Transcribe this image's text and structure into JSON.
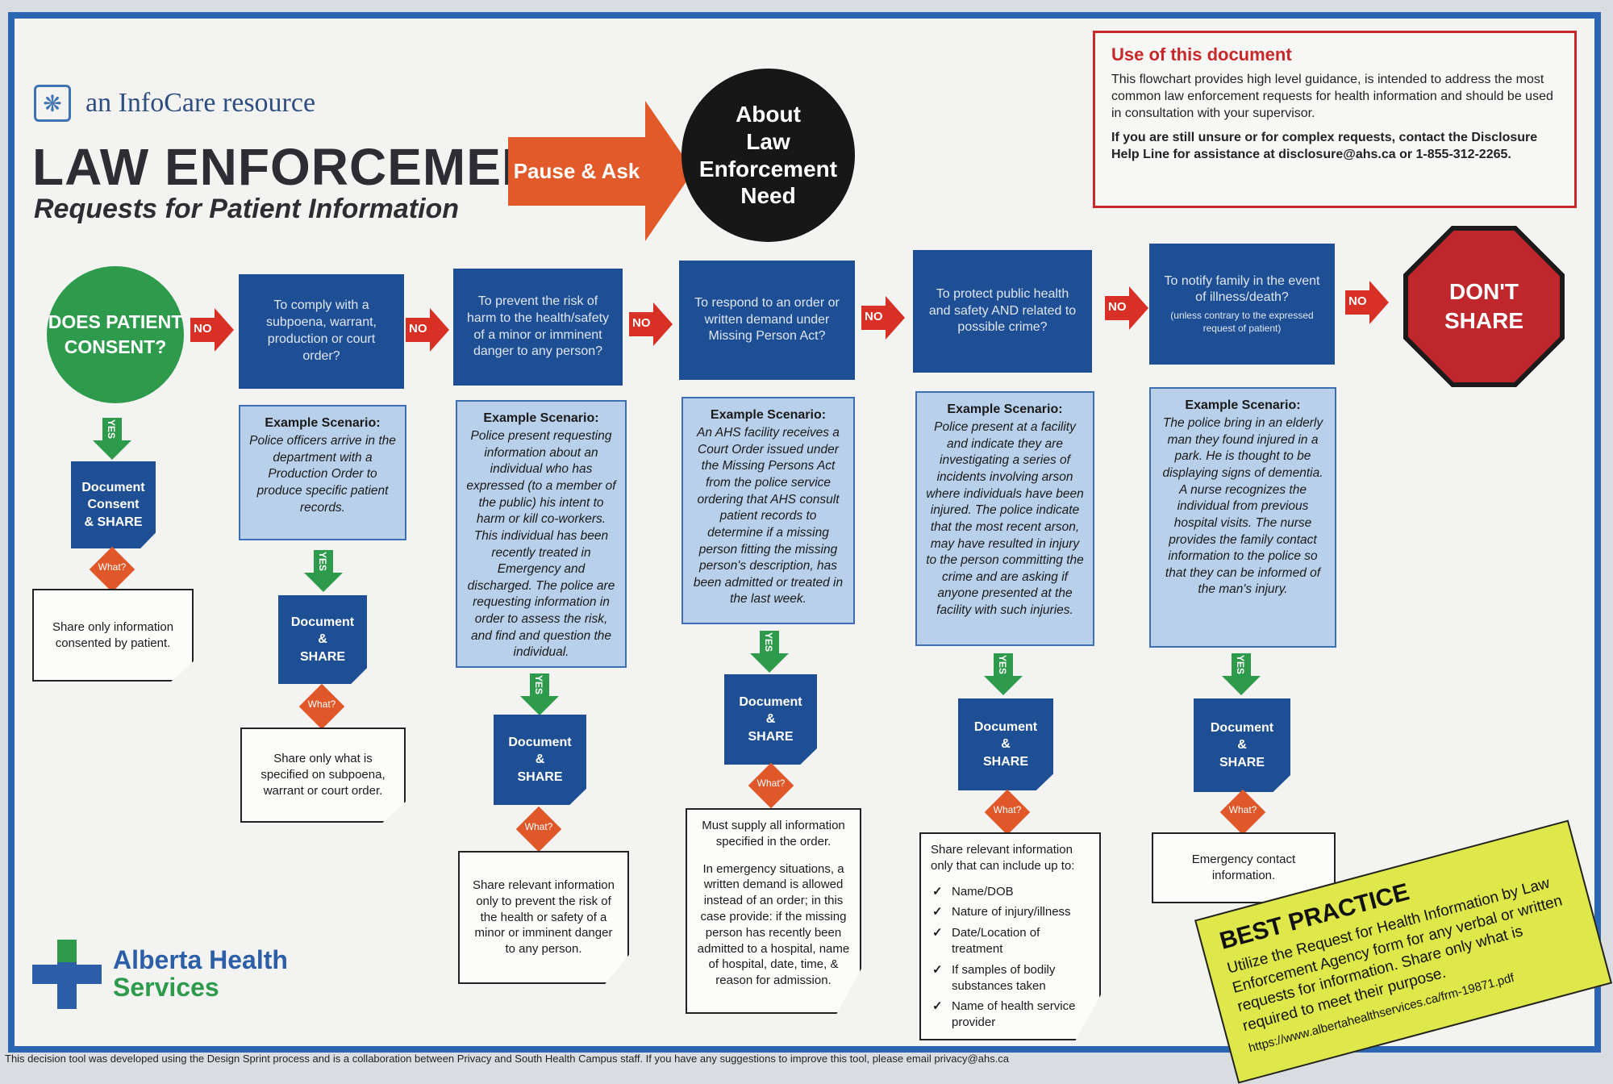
{
  "brand": {
    "text": "an InfoCare resource",
    "icon": "medical-star-icon"
  },
  "title": {
    "main": "LAW ENFORCEMENT",
    "sub": "Requests for Patient Information"
  },
  "pause_arrow": "Pause & Ask",
  "about": {
    "lines": [
      "About",
      "Law",
      "Enforcement",
      "Need"
    ]
  },
  "use_box": {
    "title": "Use of this document",
    "text": "This flowchart provides high level guidance, is intended to address the most common law enforcement requests for health information and should be used in consultation with your supervisor.",
    "bold": "If you are still unsure or for complex requests, contact the Disclosure Help Line for assistance at disclosure@ahs.ca or 1-855-312-2265."
  },
  "consent": "DOES PATIENT CONSENT?",
  "no_label": "NO",
  "yes_label": "YES",
  "what_label": "What?",
  "dont_share": "DON'T SHARE",
  "questions": [
    "To comply with a subpoena, warrant, production or court order?",
    "To prevent the risk of harm to the health/safety of a minor or imminent danger to any person?",
    "To respond to an order or written demand under Missing Person Act?",
    "To protect public health and safety AND related to possible crime?",
    "To notify family in the event of illness/death?",
    "(unless contrary to the expressed request of patient)"
  ],
  "scenario_title": "Example Scenario:",
  "scenarios": [
    "Police officers arrive in the department with a Production Order to produce specific patient records.",
    "Police present requesting information about an individual who has expressed (to a member of the public) his intent to harm or kill co-workers. This individual has been recently treated in Emergency and discharged. The police are requesting information in order to assess the risk, and find and question the individual.",
    "An AHS facility receives a Court Order issued under the Missing Persons Act from the police service ordering that AHS consult patient records to determine if a missing person fitting the missing person's description, has been admitted or treated in the last week.",
    "Police present at a facility and indicate they are investigating a series of incidents involving arson where individuals have been injured. The police indicate that the most recent arson, may have resulted in injury to the person committing the crime and are asking if anyone presented at the facility with such injuries.",
    "The police bring in an elderly man they found injured in a park. He is thought to be displaying signs of dementia. A nurse recognizes the individual from previous hospital visits. The nurse provides the family contact information to the police so that they can be informed of the man's injury."
  ],
  "doc_consent": [
    "Document",
    "Consent",
    "& SHARE"
  ],
  "doc_share": [
    "Document",
    "&",
    "SHARE"
  ],
  "notes": {
    "n0": "Share only information consented by patient.",
    "n1": "Share only what is specified on subpoena, warrant or court order.",
    "n2": "Share relevant information only to prevent the risk of the health or safety of a minor or imminent danger to any person.",
    "n3a": "Must supply all information specified in the order.",
    "n3b": "In emergency situations, a written demand is allowed instead of an order; in this case provide: if the missing person has recently been admitted to a hospital, name of hospital, date, time, & reason for admission.",
    "n4_intro": "Share relevant information only that can include up to:",
    "n4_items": [
      "Name/DOB",
      "Nature of injury/illness",
      "Date/Location of treatment",
      "If samples of bodily substances taken",
      "Name of health service provider"
    ],
    "n5": "Emergency contact information."
  },
  "best_practice": {
    "title": "BEST PRACTICE",
    "text": "Utilize the Request for Health Information by Law Enforcement Agency form for any verbal or written requests for information. Share only what is required to meet their purpose.",
    "url": "https://www.albertahealthservices.ca/frm-19871.pdf"
  },
  "ahs": {
    "line1": "Alberta Health",
    "line2": "Services"
  },
  "footer": "This decision tool was developed using the Design Sprint process and is a collaboration between Privacy and South Health Campus staff. If you have any suggestions to improve this tool, please email privacy@ahs.ca",
  "colors": {
    "blue": "#1e4f95",
    "green": "#2e9a4c",
    "red": "#c0272d",
    "orange": "#e25a2a",
    "yellow": "#dfe84a"
  }
}
